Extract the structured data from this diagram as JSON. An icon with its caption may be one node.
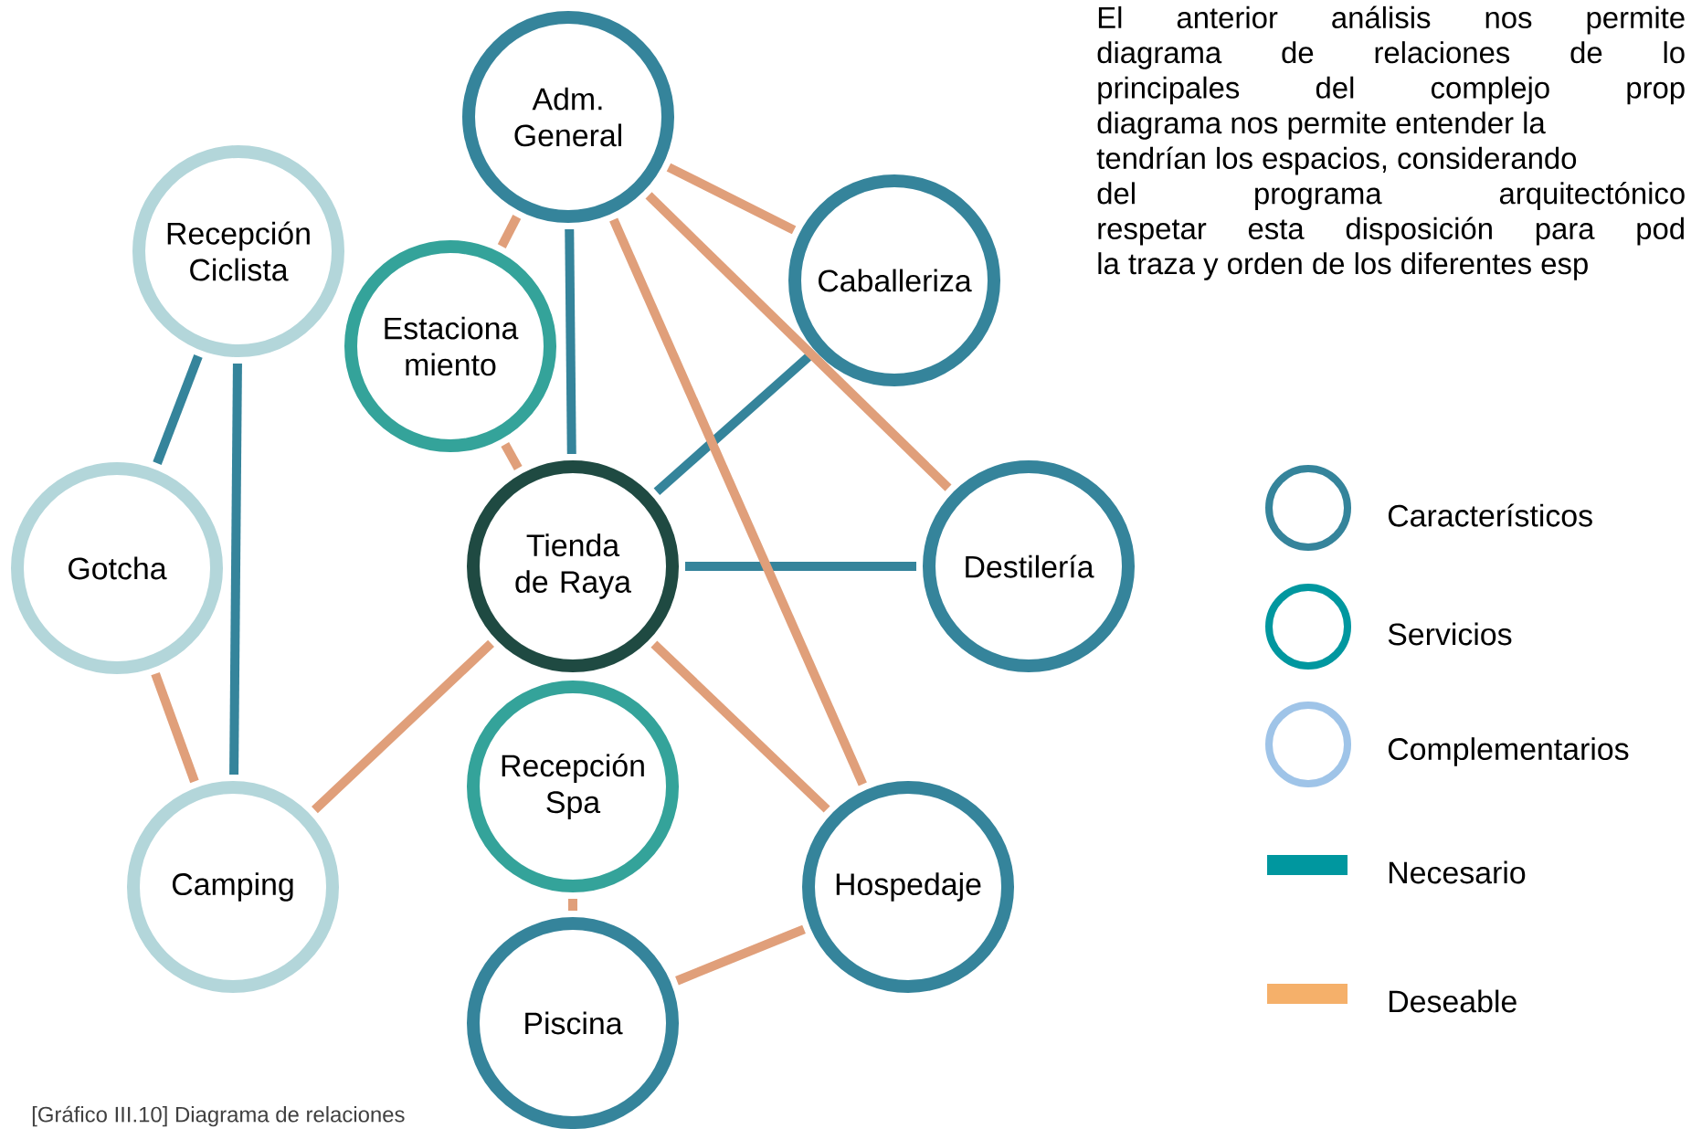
{
  "diagram": {
    "caption": "[Gráfico III.10] Diagrama de relaciones",
    "nodes": [
      {
        "text": [
          "Adm. General"
        ]
      },
      {
        "text": [
          "Recepción Ciclista"
        ]
      },
      {
        "text": [
          "Estaciona miento"
        ]
      },
      {
        "text": [
          "Caballeriza"
        ]
      },
      {
        "text": [
          "Gotcha"
        ]
      },
      {
        "text": [
          "Tienda de Raya"
        ]
      },
      {
        "text": [
          "Destilería"
        ]
      },
      {
        "text": [
          "Recepción Spa"
        ]
      },
      {
        "text": [
          "Camping"
        ]
      },
      {
        "text": [
          "Hospedaje"
        ]
      },
      {
        "text": [
          "Piscina"
        ]
      }
    ],
    "edges": [
      {
        "from": 1,
        "to": 4,
        "arrow": "none",
        "color": "#35849b"
      },
      {
        "from": 1,
        "to": 8,
        "arrow": "none",
        "color": "#35849b"
      },
      {
        "from": 0,
        "to": 5,
        "arrow": "none",
        "color": "#35849b"
      },
      {
        "from": 3,
        "to": 5,
        "arrow": "none",
        "color": "#35849b"
      },
      {
        "from": 5,
        "to": 6,
        "arrow": "none",
        "color": "#35849b"
      },
      {
        "from": 4,
        "to": 8,
        "arrow": "none"
      },
      {
        "from": 0,
        "to": 2,
        "arrow": "none"
      },
      {
        "from": 2,
        "to": 5,
        "arrow": "none"
      },
      {
        "from": 0,
        "to": 3,
        "arrow": "none"
      },
      {
        "from": 0,
        "to": 6,
        "arrow": "none"
      },
      {
        "from": 0,
        "to": 9,
        "arrow": "none"
      },
      {
        "from": 5,
        "to": 8,
        "arrow": "none"
      },
      {
        "from": 5,
        "to": 9,
        "arrow": "none"
      },
      {
        "from": 7,
        "to": 10,
        "arrow": "none"
      },
      {
        "from": 10,
        "to": 9,
        "arrow": "none"
      }
    ],
    "labels": [
      "El anterior análisis nos permite",
      "diagrama de relaciones de lo",
      "principales del complejo prop",
      "diagrama nos permite entender la",
      "tendrían los espacios, considerando",
      "del programa arquitectónico",
      "respetar esta disposición para pod",
      "la traza y orden de los diferentes esp"
    ],
    "legend": [
      {
        "text": "Característicos",
        "color": "#35849b"
      },
      {
        "text": "Servicios",
        "color": "#00979f"
      },
      {
        "text": "Complementarios",
        "color": "#9fc4e8"
      },
      {
        "text": "Necesario",
        "color": "#00979f"
      },
      {
        "text": "Deseable",
        "color": "#f5b06a"
      }
    ]
  }
}
